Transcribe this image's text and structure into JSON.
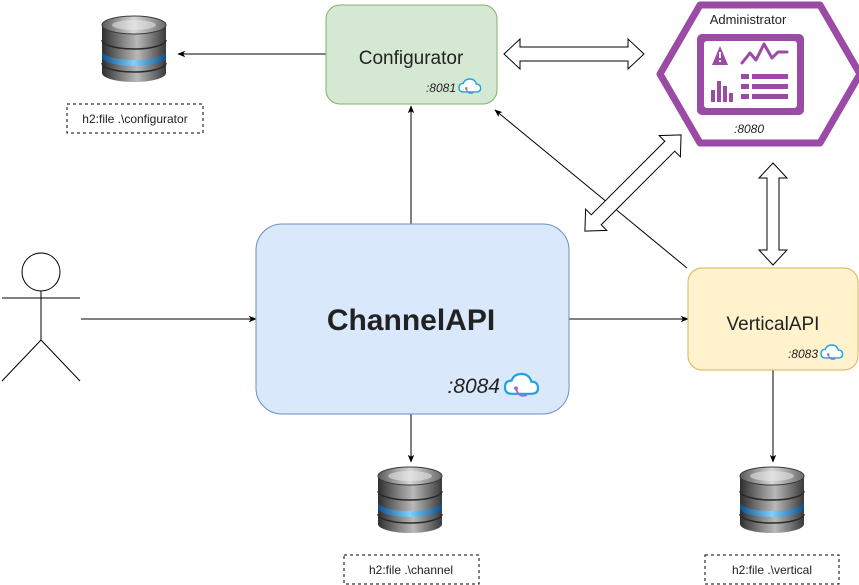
{
  "nodes": {
    "configurator": {
      "label": "Configurator",
      "port": ":8081"
    },
    "channel": {
      "label": "ChannelAPI",
      "port": ":8084"
    },
    "vertical": {
      "label": "VerticalAPI",
      "port": ":8083"
    },
    "administrator": {
      "label": "Administrator",
      "port": ":8080"
    }
  },
  "databases": {
    "configurator": {
      "label": "h2:file .\\configurator"
    },
    "channel": {
      "label": "h2:file .\\channel"
    },
    "vertical": {
      "label": "h2:file .\\vertical"
    }
  },
  "colors": {
    "configurator_fill": "#d5e8d4",
    "configurator_stroke": "#82b366",
    "channel_fill": "#dae8fc",
    "channel_stroke": "#6c8ebf",
    "vertical_fill": "#fff2cc",
    "vertical_stroke": "#d6b656",
    "administrator": "#9b4aa6",
    "cloud": "#1fa3e0",
    "edge": "#000000"
  },
  "icons": {
    "database": "database-icon",
    "cloud": "cloud-icon",
    "actor": "person-icon",
    "administrator": "dashboard-icon"
  }
}
